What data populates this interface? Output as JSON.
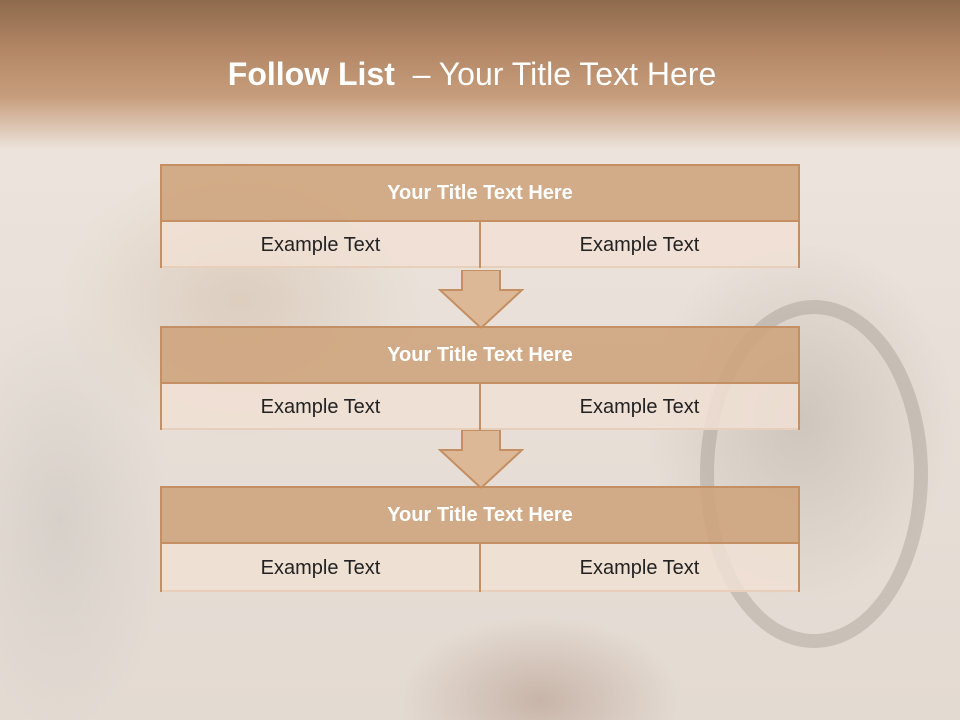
{
  "slide": {
    "title_bold": "Follow List",
    "title_rest": "  – Your Title Text Here"
  },
  "blocks": [
    {
      "title": "Your Title Text Here",
      "left": "Example Text",
      "right": "Example Text"
    },
    {
      "title": "Your Title Text Here",
      "left": "Example Text",
      "right": "Example Text"
    },
    {
      "title": "Your Title Text Here",
      "left": "Example Text",
      "right": "Example Text"
    }
  ],
  "colors": {
    "accent": "#c38f63",
    "header_dark": "#8e6a4c",
    "title_fill": "#cda078"
  },
  "icons": [
    "down-arrow-icon"
  ]
}
